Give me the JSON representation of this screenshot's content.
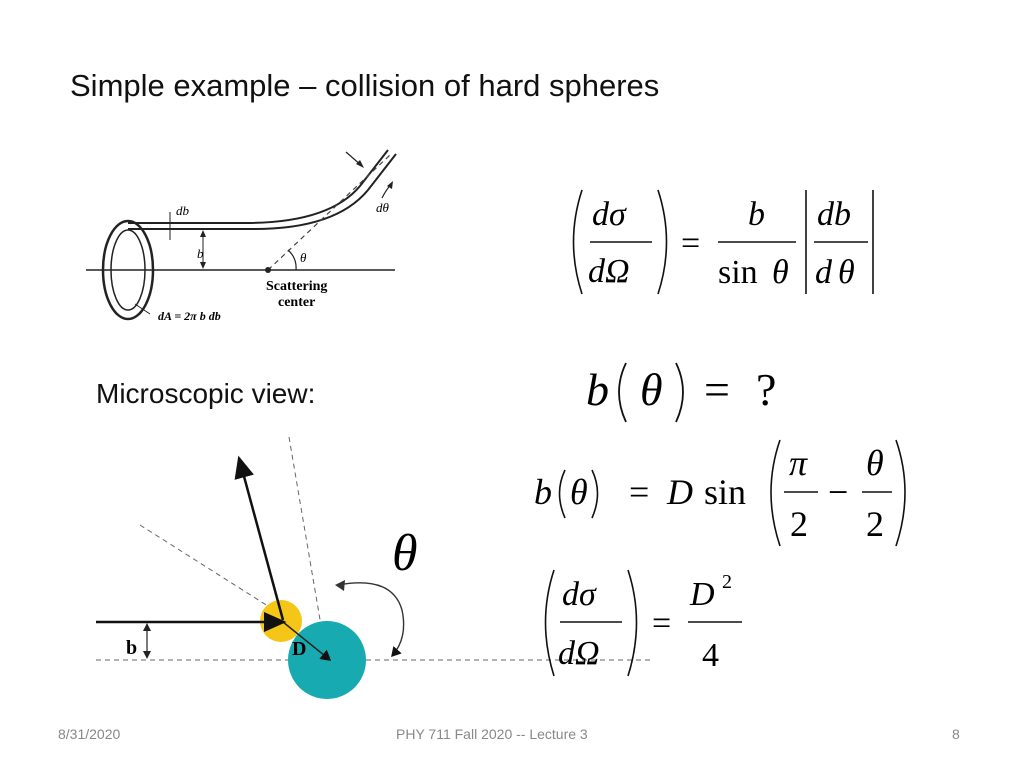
{
  "slide": {
    "title": "Simple example – collision of hard spheres",
    "subhead": "Microscopic view:"
  },
  "figure_top": {
    "db_label": "db",
    "b_label": "b",
    "dtheta_label": "dθ",
    "theta_label": "θ",
    "scatter_line1": "Scattering",
    "scatter_line2": "center",
    "area_label": "dA = 2π b db"
  },
  "figure_bottom": {
    "b_label": "b",
    "D_label": "D",
    "theta_symbol": "θ"
  },
  "equations": {
    "eq1": {
      "lhs_num": "dσ",
      "lhs_den": "dΩ",
      "eq": "=",
      "b": "b",
      "sin_theta_prefix": "sin",
      "theta": "θ",
      "db": "db",
      "d": "d"
    },
    "eq2": {
      "text_b": "b",
      "theta": "θ",
      "eq": "=",
      "q": "?"
    },
    "eq3": {
      "b": "b",
      "theta": "θ",
      "eq": "=",
      "D": "D",
      "sin": "sin",
      "pi": "π",
      "two": "2",
      "minus": "−"
    },
    "eq4": {
      "num": "dσ",
      "den": "dΩ",
      "eq": "=",
      "D": "D",
      "exp": "2",
      "four": "4"
    }
  },
  "footer": {
    "date": "8/31/2020",
    "course": "PHY 711  Fall 2020 -- Lecture 3",
    "page": "8"
  },
  "colors": {
    "yellow": "#f5c518",
    "teal": "#17abb1",
    "ink": "#111111"
  }
}
